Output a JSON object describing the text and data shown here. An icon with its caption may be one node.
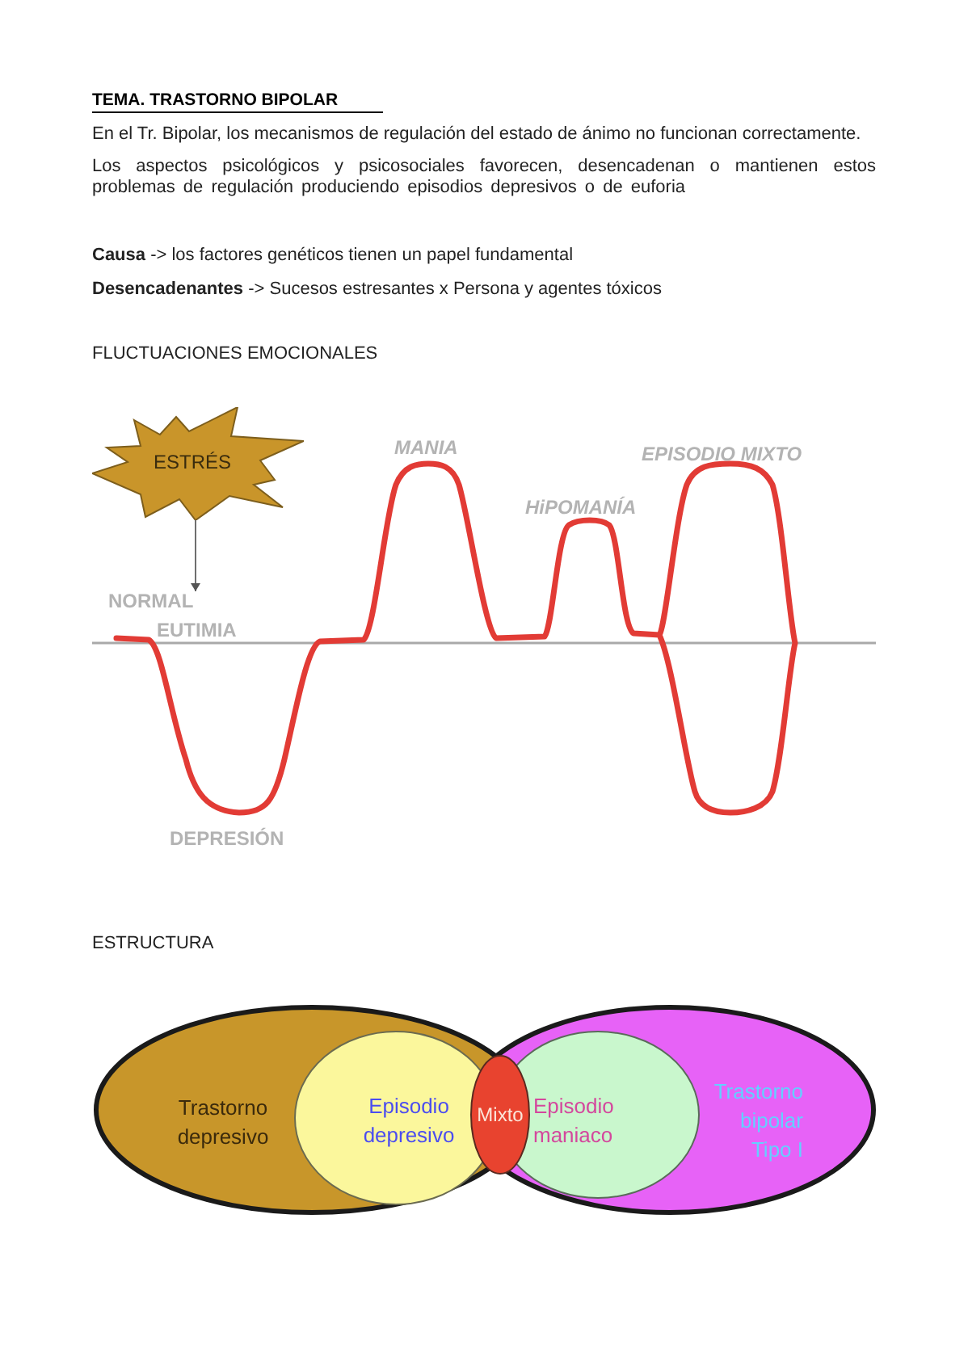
{
  "diagram": {
    "title": "TEMA. TRASTORNO BIPOLAR",
    "nodes": [
      {
        "text": [
          "ESTRÉS"
        ]
      },
      {
        "text": [
          "NORMAL"
        ]
      },
      {
        "text": [
          "Trastorno depresivo"
        ]
      },
      {
        "text": [
          "Episodio depresivo"
        ],
        "in": 2
      },
      {
        "text": [
          "Mixto"
        ]
      },
      {
        "text": [
          "Trastorno bipolar Tipo I"
        ]
      },
      {
        "text": [
          "Episodio maniaco"
        ],
        "in": 5
      }
    ],
    "edges": [
      {
        "from": 0,
        "to": 1,
        "arrow": "to"
      }
    ],
    "labels": [
      "En el Tr. Bipolar, los mecanismos de regulación del estado de ánimo no funcionan correctamente.",
      "Los aspectos psicológicos y psicosociales favorecen, desencadenan o mantienen estos problemas de regulación produciendo episodios depresivos o de euforia",
      "**Causa** -> los factores genéticos tienen un papel fundamental",
      "**Desencadenantes** -> Sucesos estresantes x Persona y agentes tóxicos",
      "FLUCTUACIONES EMOCIONALES",
      "MANIA",
      "EPISODIO MIXTO",
      "HiPOMANÍA",
      "EUTIMIA",
      "DEPRESIÓN",
      "ESTRUCTURA"
    ]
  }
}
